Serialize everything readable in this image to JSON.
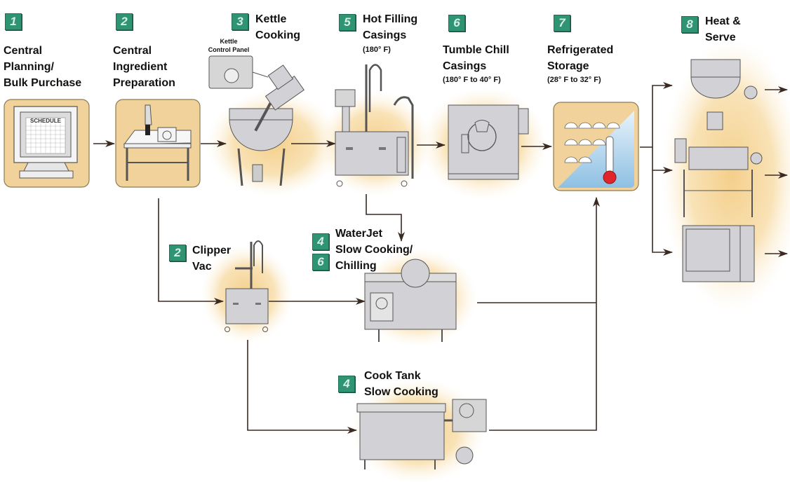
{
  "diagram": {
    "title": "Cook-Chill Food Production Process Flow",
    "colors": {
      "badge": "#2f9474",
      "glow": "#f6dca6",
      "panel": "#f1d29a",
      "equipment": "#d2d2d6",
      "outline": "#555555",
      "arrow": "#3a2a22",
      "cold": "#9cc9e6",
      "thermo_bulb": "#e0262c"
    },
    "steps": [
      {
        "id": "s1",
        "number": "1",
        "lines": [
          "Central",
          "Planning/",
          "Bulk Purchase"
        ],
        "icon": "computer-schedule-icon",
        "screen_text": "SCHEDULE"
      },
      {
        "id": "s2",
        "number": "2",
        "lines": [
          "Central",
          "Ingredient",
          "Preparation"
        ],
        "icon": "prep-table-icon"
      },
      {
        "id": "s3",
        "number": "3",
        "lines": [
          "Kettle",
          "Cooking"
        ],
        "icon": "kettle-icon",
        "callout": [
          "Kettle",
          "Control Panel"
        ]
      },
      {
        "id": "s5",
        "number": "5",
        "lines": [
          "Hot Filling",
          "Casings"
        ],
        "sub": "(180° F)",
        "icon": "filling-station-icon"
      },
      {
        "id": "s6",
        "number": "6",
        "lines": [
          "Tumble Chill",
          "Casings"
        ],
        "sub": "(180° F to 40° F)",
        "icon": "tumble-chiller-icon"
      },
      {
        "id": "s7",
        "number": "7",
        "lines": [
          "Refrigerated",
          "Storage"
        ],
        "sub": "(28° F to 32° F)",
        "icon": "refrigerator-thermometer-icon"
      },
      {
        "id": "s8",
        "number": "8",
        "lines": [
          "Heat &",
          "Serve"
        ],
        "icon": "serving-equipment-icon"
      },
      {
        "id": "s2b",
        "number": "2",
        "lines": [
          "Clipper",
          "Vac"
        ],
        "icon": "clipper-vac-icon"
      },
      {
        "id": "s46",
        "numbers": [
          "4",
          "6"
        ],
        "lines": [
          "WaterJet",
          "Slow Cooking/",
          "Chilling"
        ],
        "icon": "waterjet-tank-icon"
      },
      {
        "id": "s4",
        "number": "4",
        "lines": [
          "Cook Tank",
          "Slow Cooking"
        ],
        "icon": "cook-tank-icon"
      }
    ],
    "edges": [
      {
        "from": "s1",
        "to": "s2"
      },
      {
        "from": "s2",
        "to": "s3"
      },
      {
        "from": "s3",
        "to": "s5"
      },
      {
        "from": "s5",
        "to": "s6"
      },
      {
        "from": "s6",
        "to": "s7"
      },
      {
        "from": "s7",
        "to": "s8"
      },
      {
        "from": "s2",
        "to": "s2b"
      },
      {
        "from": "s2b",
        "to": "s46"
      },
      {
        "from": "s2b",
        "to": "s4"
      },
      {
        "from": "s5",
        "to": "s46"
      },
      {
        "from": "s46",
        "to": "s7"
      },
      {
        "from": "s4",
        "to": "s7"
      }
    ],
    "serve_outputs": [
      "steam-kettle",
      "tilting-skillet",
      "combi-oven"
    ]
  }
}
